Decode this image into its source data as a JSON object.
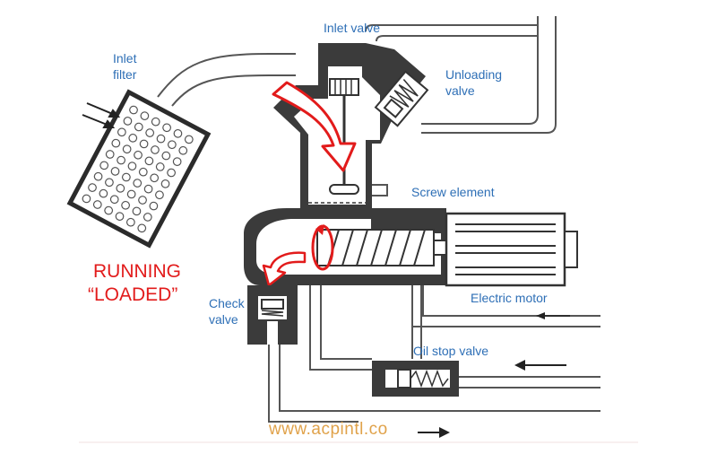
{
  "labels": {
    "inlet_filter": [
      "Inlet",
      "filter"
    ],
    "inlet_valve": "Inlet valve",
    "unloading_valve": [
      "Unloading",
      "valve"
    ],
    "screw_element": "Screw element",
    "electric_motor": "Electric motor",
    "check_valve": [
      "Check",
      "valve"
    ],
    "oil_stop_valve": "Oil stop valve",
    "status": [
      "RUNNING",
      "“LOADED”"
    ]
  },
  "watermark": "www.acpintl.co",
  "colors": {
    "label_blue": "#2e6fb6",
    "flow_red": "#e21b1b",
    "housing_dark": "#3b3b3b",
    "watermark": "#e0a24a"
  }
}
